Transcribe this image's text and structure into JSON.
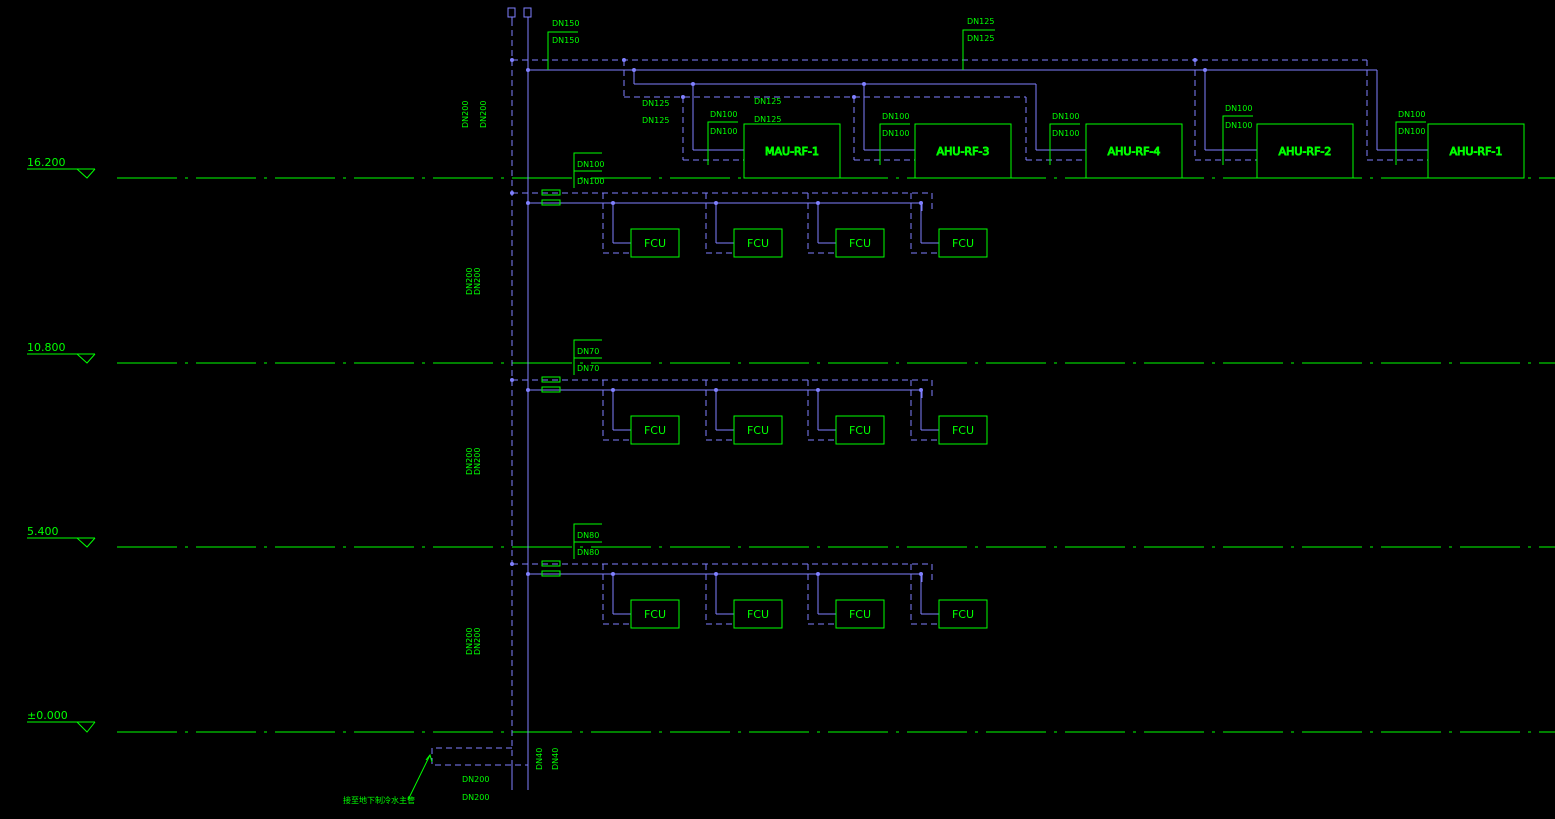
{
  "colors": {
    "background": "#000000",
    "annotation": "#00ff00",
    "pipe": "#8080ff",
    "level_line": "#00ff00"
  },
  "elevations": [
    "16.200",
    "10.800",
    "5.400",
    "±0.000"
  ],
  "roof_units": [
    "MAU-RF-1",
    "AHU-RF-3",
    "AHU-RF-4",
    "AHU-RF-2",
    "AHU-RF-1"
  ],
  "fcu_label": "FCU",
  "pipe_labels": {
    "main_top": "DN150",
    "roof_branch": "DN125",
    "mau_branch": "DN125",
    "unit_branch": "DN100",
    "floor3_branch": "DN100",
    "floor2_branch": "DN70",
    "floor1_branch": "DN80",
    "riser": "DN200",
    "ground_main": "DN200",
    "ground_small": "DN40"
  },
  "note": "接至地下制冷水主管"
}
